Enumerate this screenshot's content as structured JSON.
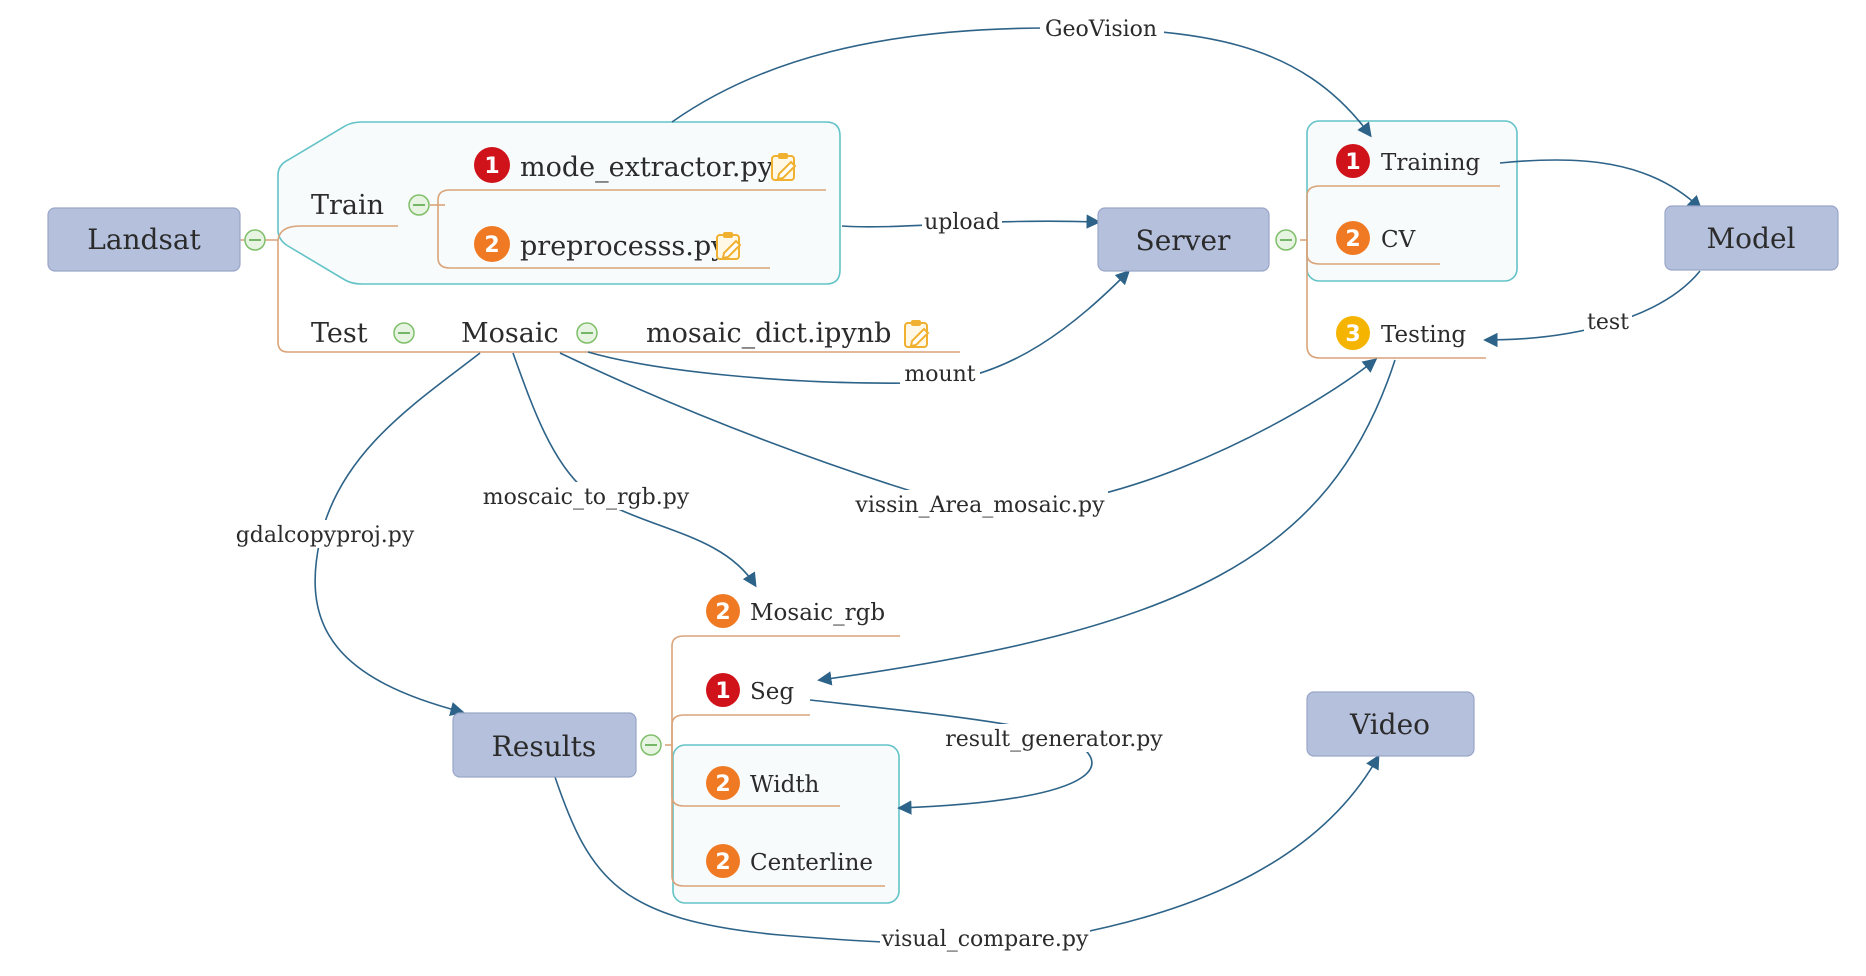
{
  "nodes": {
    "landsat": "Landsat",
    "server": "Server",
    "model": "Model",
    "results": "Results",
    "video": "Video"
  },
  "topics": {
    "train": "Train",
    "test": "Test",
    "mosaic": "Mosaic",
    "mode_extractor": "mode_extractor.py",
    "preprocess": "preprocesss.py",
    "mosaic_dict": "mosaic_dict.ipynb",
    "training": "Training",
    "cv": "CV",
    "testing": "Testing",
    "mosaic_rgb": "Mosaic_rgb",
    "seg": "Seg",
    "width": "Width",
    "centerline": "Centerline"
  },
  "markers": {
    "mode_extractor": "1",
    "preprocess": "2",
    "training": "1",
    "cv": "2",
    "testing": "3",
    "mosaic_rgb": "2",
    "seg": "1",
    "width": "2",
    "centerline": "2"
  },
  "edge_labels": {
    "geovision": "GeoVision",
    "upload": "upload",
    "mount": "mount",
    "test": "test",
    "moscaic_to_rgb": "moscaic_to_rgb.py",
    "vissin_area": "vissin_Area_mosaic.py",
    "gdalcopyproj": "gdalcopyproj.py",
    "result_generator": "result_generator.py",
    "visual_compare": "visual_compare.py"
  },
  "icons": {
    "note": "note-edit-icon",
    "collapse": "collapse-minus-icon"
  },
  "colors": {
    "node_fill": "#b5c0dd",
    "relationship": "#2d6388",
    "branch": "#d9a47a",
    "boundary": "#63c3c7",
    "priority_1": "#d0121b",
    "priority_2": "#f07a24",
    "priority_3": "#f5b400",
    "note_icon": "#f0b030"
  }
}
